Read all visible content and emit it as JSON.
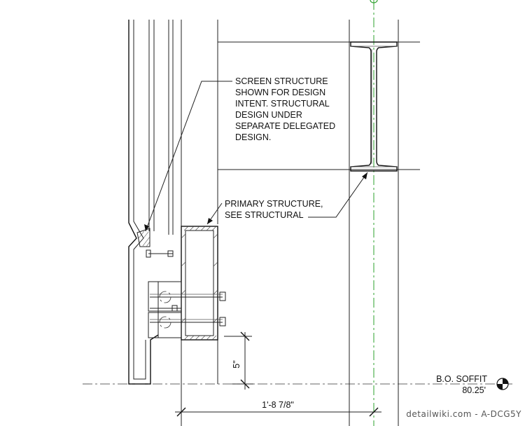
{
  "notes": {
    "screen_structure": [
      "SCREEN STRUCTURE",
      "SHOWN FOR DESIGN",
      "INTENT. STRUCTURAL",
      "DESIGN UNDER",
      "SEPARATE DELEGATED",
      "DESIGN."
    ],
    "primary_structure": [
      "PRIMARY STRUCTURE,",
      "SEE STRUCTURAL"
    ]
  },
  "dimensions": {
    "vertical": "5\"",
    "horizontal": "1'-8 7/8\""
  },
  "elevation": {
    "label": "B.O. SOFFIT",
    "value": "80.25'"
  },
  "watermark": "detailwiki.com - A-DCG5Y",
  "colors": {
    "centerline": "#2ca02c",
    "linework": "#222222"
  }
}
